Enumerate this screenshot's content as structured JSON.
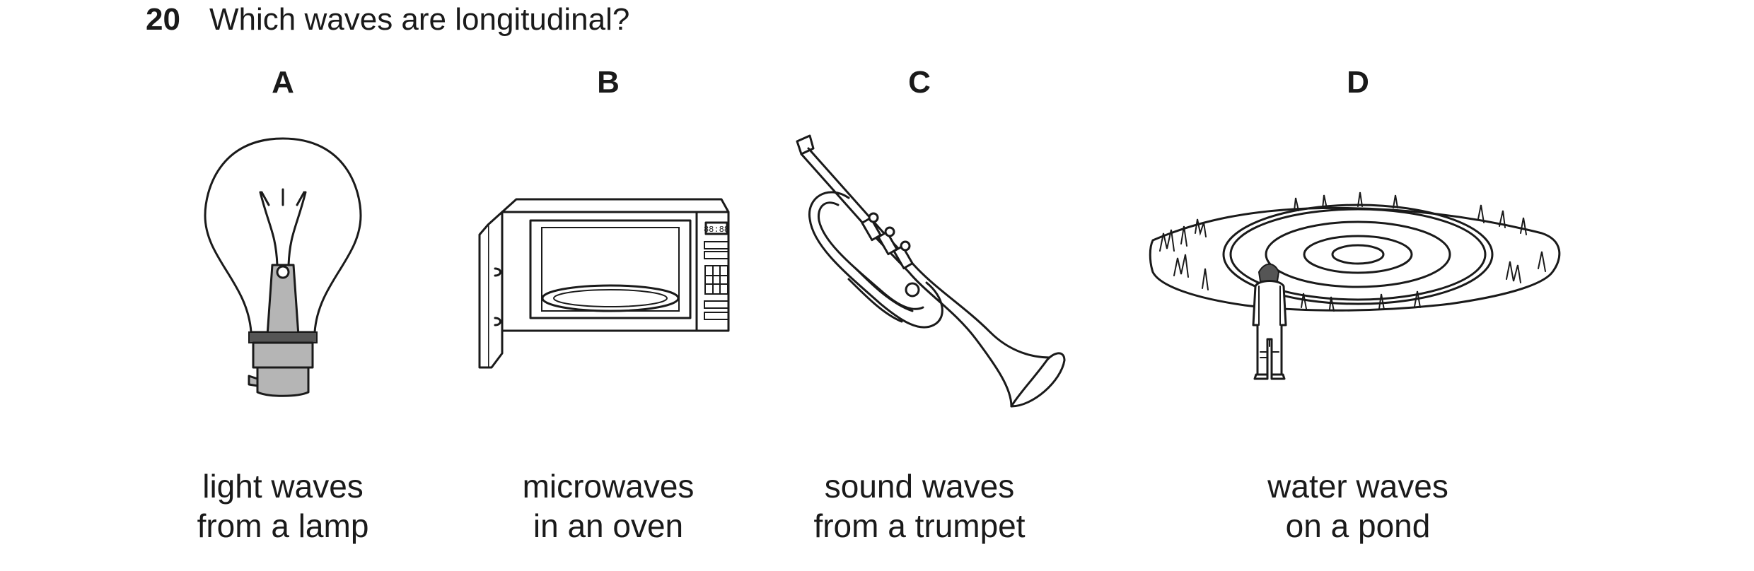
{
  "question": {
    "number": "20",
    "text": "Which waves are longitudinal?"
  },
  "options": [
    {
      "letter": "A",
      "caption_line1": "light waves",
      "caption_line2": "from a lamp",
      "icon": "light-bulb-icon"
    },
    {
      "letter": "B",
      "caption_line1": "microwaves",
      "caption_line2": "in an oven",
      "icon": "microwave-oven-icon"
    },
    {
      "letter": "C",
      "caption_line1": "sound waves",
      "caption_line2": "from a trumpet",
      "icon": "trumpet-icon"
    },
    {
      "letter": "D",
      "caption_line1": "water waves",
      "caption_line2": "on a pond",
      "icon": "pond-ripples-icon"
    }
  ],
  "microwave_display": "88:88"
}
